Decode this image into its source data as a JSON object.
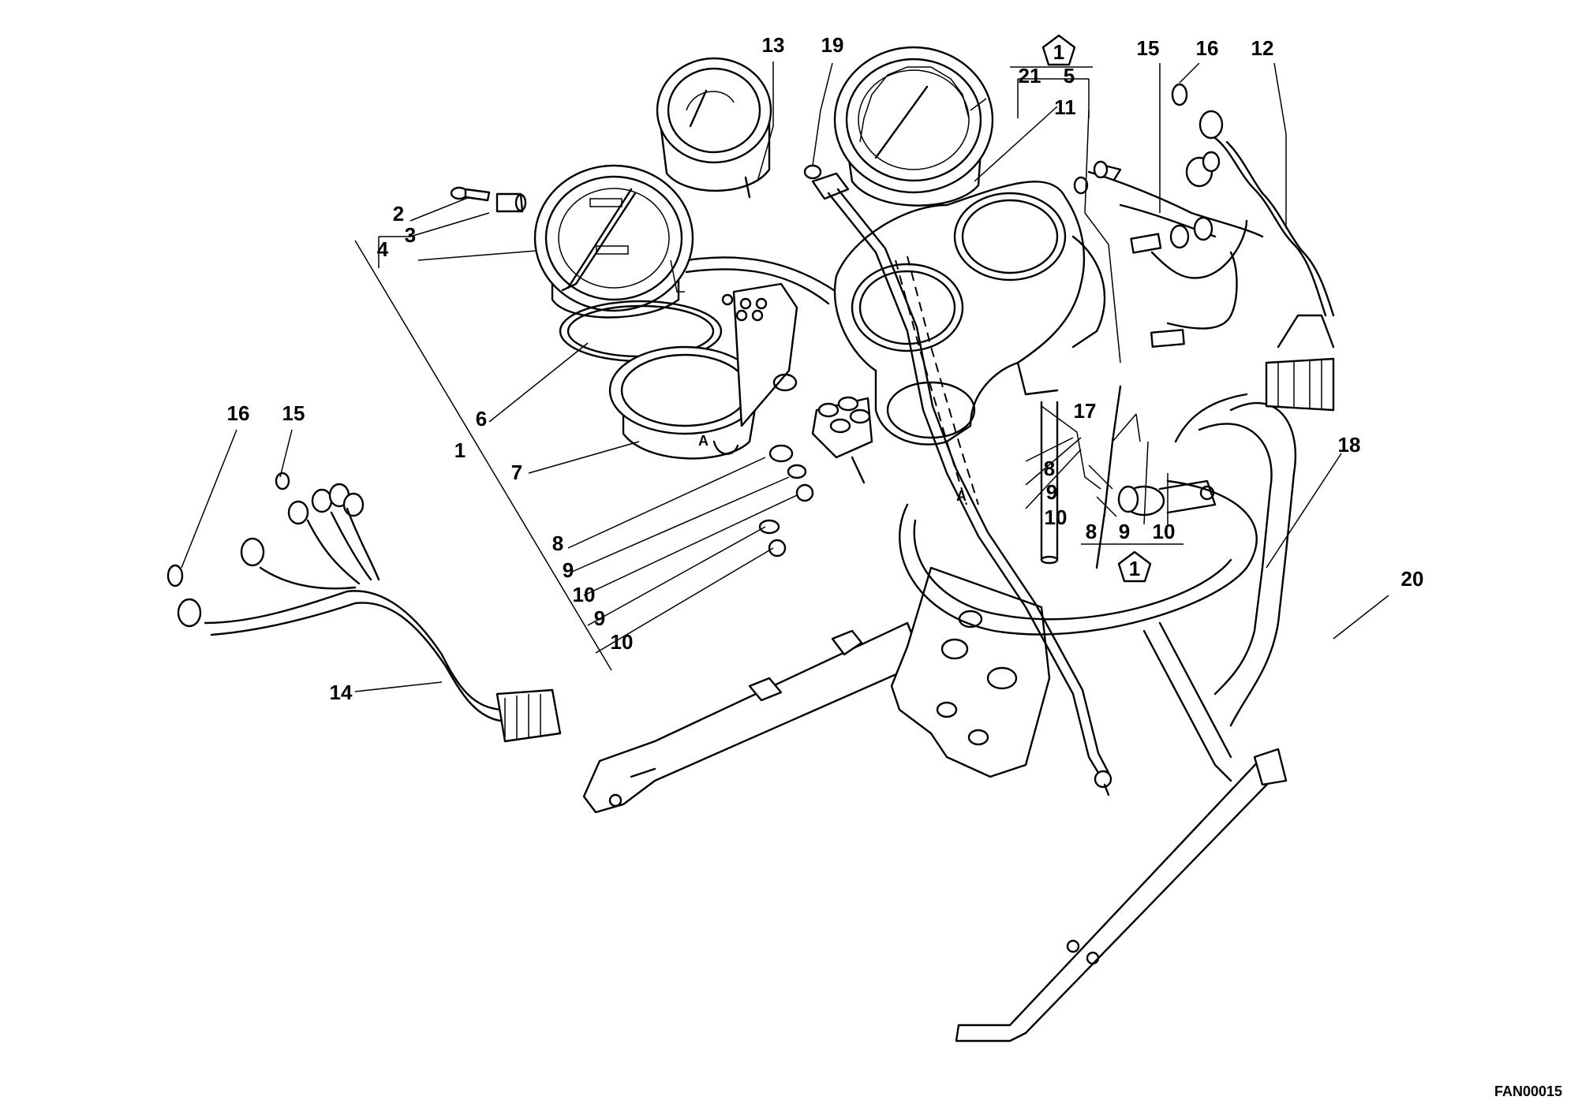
{
  "figure_code": "FAN00015",
  "callouts": {
    "c1_left": "1",
    "c1_top": "1",
    "c1_bottom": "1",
    "c2": "2",
    "c3": "3",
    "c4": "4",
    "c5": "5",
    "c6": "6",
    "c7": "7",
    "c8_a": "8",
    "c8_b": "8",
    "c8_c": "8",
    "c9_a": "9",
    "c9_b": "9",
    "c9_c": "9",
    "c9_d": "9",
    "c10_a": "10",
    "c10_b": "10",
    "c10_c": "10",
    "c10_d": "10",
    "c11": "11",
    "c12": "12",
    "c13": "13",
    "c14": "14",
    "c15_top": "15",
    "c15_left": "15",
    "c16_top": "16",
    "c16_left": "16",
    "c17": "17",
    "c18": "18",
    "c19": "19",
    "c20": "20",
    "c21": "21"
  },
  "view_marks": {
    "a_left": "A",
    "a_right": "A"
  }
}
